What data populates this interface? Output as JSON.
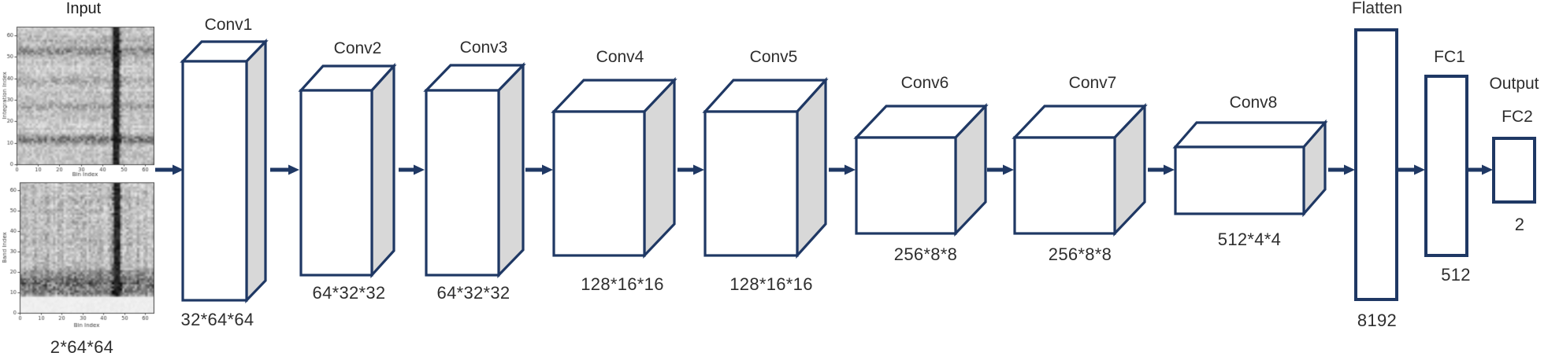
{
  "colors": {
    "outline": "#1f3864",
    "side": "#d8d8d8",
    "front": "#ffffff",
    "text": "#2e2e2e"
  },
  "input": {
    "title": "Input",
    "dim": "2*64*64",
    "plots": [
      {
        "xlabel": "Bin Index",
        "ylabel": "Integration Index",
        "xticks": [
          "0",
          "10",
          "20",
          "30",
          "40",
          "50",
          "60"
        ],
        "yticks": [
          "0",
          "10",
          "20",
          "30",
          "40",
          "50",
          "60"
        ],
        "stripe_bin": 46,
        "bands": [
          [
            52,
            0.55
          ],
          [
            57,
            0.2
          ],
          [
            38,
            0.25
          ],
          [
            26,
            0.28
          ],
          [
            11,
            0.6
          ]
        ],
        "band_sigma": 3.5,
        "streaks": 0.35,
        "seed": 7
      },
      {
        "xlabel": "Bin Index",
        "ylabel": "Band Index",
        "xticks": [
          "0",
          "10",
          "20",
          "30",
          "40",
          "50",
          "60"
        ],
        "yticks": [
          "0",
          "10",
          "20",
          "30",
          "40",
          "50",
          "60"
        ],
        "stripe_bin": 46,
        "bands": [
          [
            10,
            0.5
          ],
          [
            14,
            0.55
          ],
          [
            18,
            0.4
          ]
        ],
        "band_sigma": 7,
        "streaks": 0.8,
        "white_below": 8,
        "seed": 3
      }
    ]
  },
  "layers": [
    {
      "label": "Conv1",
      "dim": "32*64*64"
    },
    {
      "label": "Conv2",
      "dim": "64*32*32"
    },
    {
      "label": "Conv3",
      "dim": "64*32*32"
    },
    {
      "label": "Conv4",
      "dim": "128*16*16"
    },
    {
      "label": "Conv5",
      "dim": "128*16*16"
    },
    {
      "label": "Conv6",
      "dim": "256*8*8"
    },
    {
      "label": "Conv7",
      "dim": "256*8*8"
    },
    {
      "label": "Conv8",
      "dim": "512*4*4"
    },
    {
      "label": "Flatten",
      "dim": "8192"
    },
    {
      "label": "FC1",
      "dim": "512"
    },
    {
      "label": "FC2",
      "dim": "2"
    }
  ],
  "output_label": "Output"
}
